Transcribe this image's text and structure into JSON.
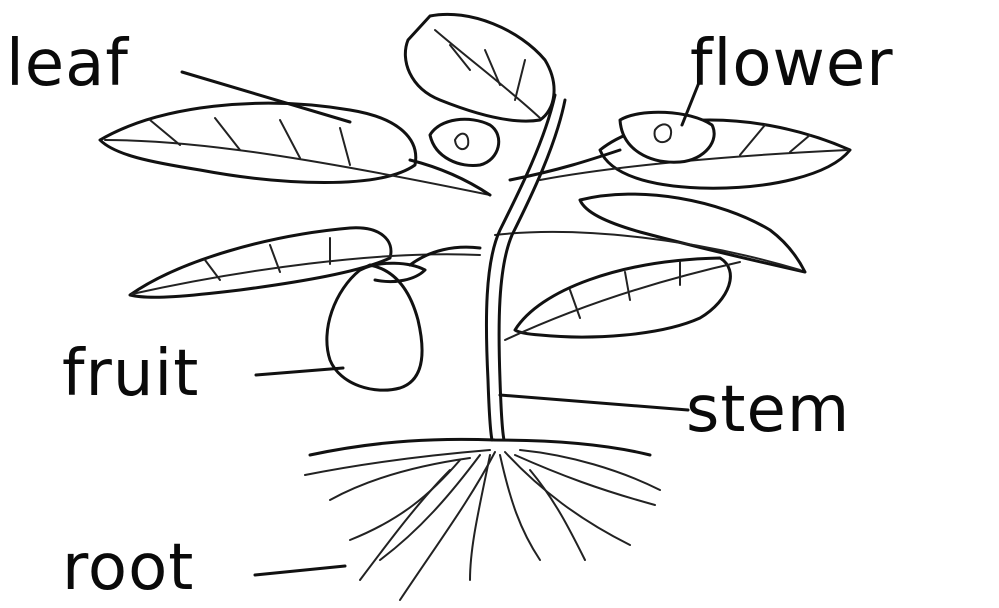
{
  "diagram": {
    "labels": {
      "leaf": "leaf",
      "flower": "flower",
      "fruit": "fruit",
      "stem": "stem",
      "root": "root"
    }
  }
}
